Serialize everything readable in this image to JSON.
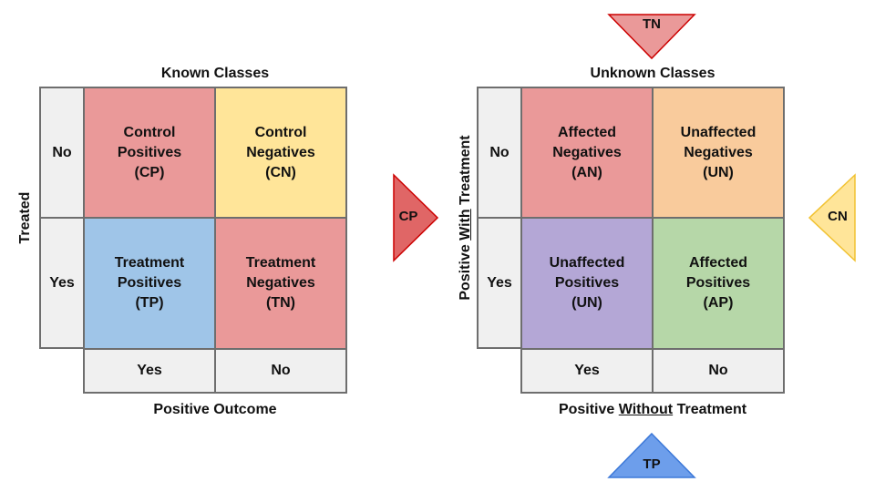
{
  "left_matrix": {
    "title": "Known Classes",
    "row_axis_label": "Treated",
    "col_axis_label": "Positive Outcome",
    "row_headers": [
      "No",
      "Yes"
    ],
    "col_headers": [
      "Yes",
      "No"
    ],
    "cells": [
      [
        "Control",
        "Positives",
        "(CP)"
      ],
      [
        "Control",
        "Negatives",
        "(CN)"
      ],
      [
        "Treatment",
        "Positives",
        "(TP)"
      ],
      [
        "Treatment",
        "Negatives",
        "(TN)"
      ]
    ]
  },
  "right_matrix": {
    "title": "Unknown Classes",
    "row_axis_label_pre": "Positive ",
    "row_axis_label_u": "With",
    "row_axis_label_post": " Treatment",
    "col_axis_label_pre": "Positive ",
    "col_axis_label_u": "Without",
    "col_axis_label_post": " Treatment",
    "row_headers": [
      "No",
      "Yes"
    ],
    "col_headers": [
      "Yes",
      "No"
    ],
    "cells": [
      [
        "Affected",
        "Negatives",
        "(AN)"
      ],
      [
        "Unaffected",
        "Negatives",
        "(UN)"
      ],
      [
        "Unaffected",
        "Positives",
        "(UN)"
      ],
      [
        "Affected",
        "Positives",
        "(AP)"
      ]
    ]
  },
  "arrows": {
    "tn": "TN",
    "cp": "CP",
    "cn": "CN",
    "tp": "TP"
  },
  "colors": {
    "red": "#ea9999",
    "yellow": "#ffe599",
    "blue": "#9fc5e8",
    "orange": "#f9cb9c",
    "purple": "#b4a7d6",
    "green": "#b6d7a8",
    "header": "#f0f0f0"
  }
}
